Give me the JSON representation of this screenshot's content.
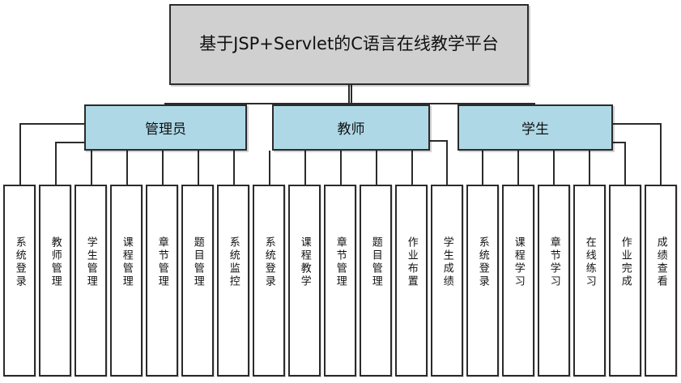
{
  "diagram": {
    "type": "org-chart",
    "title_node": {
      "label": "基于JSP+Servlet的C语言在线教学平台"
    },
    "colors": {
      "root_fill": "#d0d0d0",
      "role_fill": "#aed8e6",
      "leaf_fill": "#ffffff",
      "stroke": "#2b2b2b"
    },
    "roles": [
      {
        "label": "管理员"
      },
      {
        "label": "教师"
      },
      {
        "label": "学生"
      }
    ],
    "leaves": [
      {
        "label": "系统登录",
        "parent": "管理员"
      },
      {
        "label": "教师管理",
        "parent": "管理员"
      },
      {
        "label": "学生管理",
        "parent": "管理员"
      },
      {
        "label": "课程管理",
        "parent": "管理员"
      },
      {
        "label": "章节管理",
        "parent": "管理员"
      },
      {
        "label": "题目管理",
        "parent": "管理员"
      },
      {
        "label": "系统监控",
        "parent": "管理员"
      },
      {
        "label": "系统登录",
        "parent": "教师"
      },
      {
        "label": "课程教学",
        "parent": "教师"
      },
      {
        "label": "章节管理",
        "parent": "教师"
      },
      {
        "label": "题目管理",
        "parent": "教师"
      },
      {
        "label": "作业布置",
        "parent": "教师"
      },
      {
        "label": "学生成绩",
        "parent": "教师"
      },
      {
        "label": "系统登录",
        "parent": "学生"
      },
      {
        "label": "课程学习",
        "parent": "学生"
      },
      {
        "label": "章节学习",
        "parent": "学生"
      },
      {
        "label": "在线练习",
        "parent": "学生"
      },
      {
        "label": "作业完成",
        "parent": "学生"
      },
      {
        "label": "成绩查看",
        "parent": "学生"
      }
    ]
  }
}
